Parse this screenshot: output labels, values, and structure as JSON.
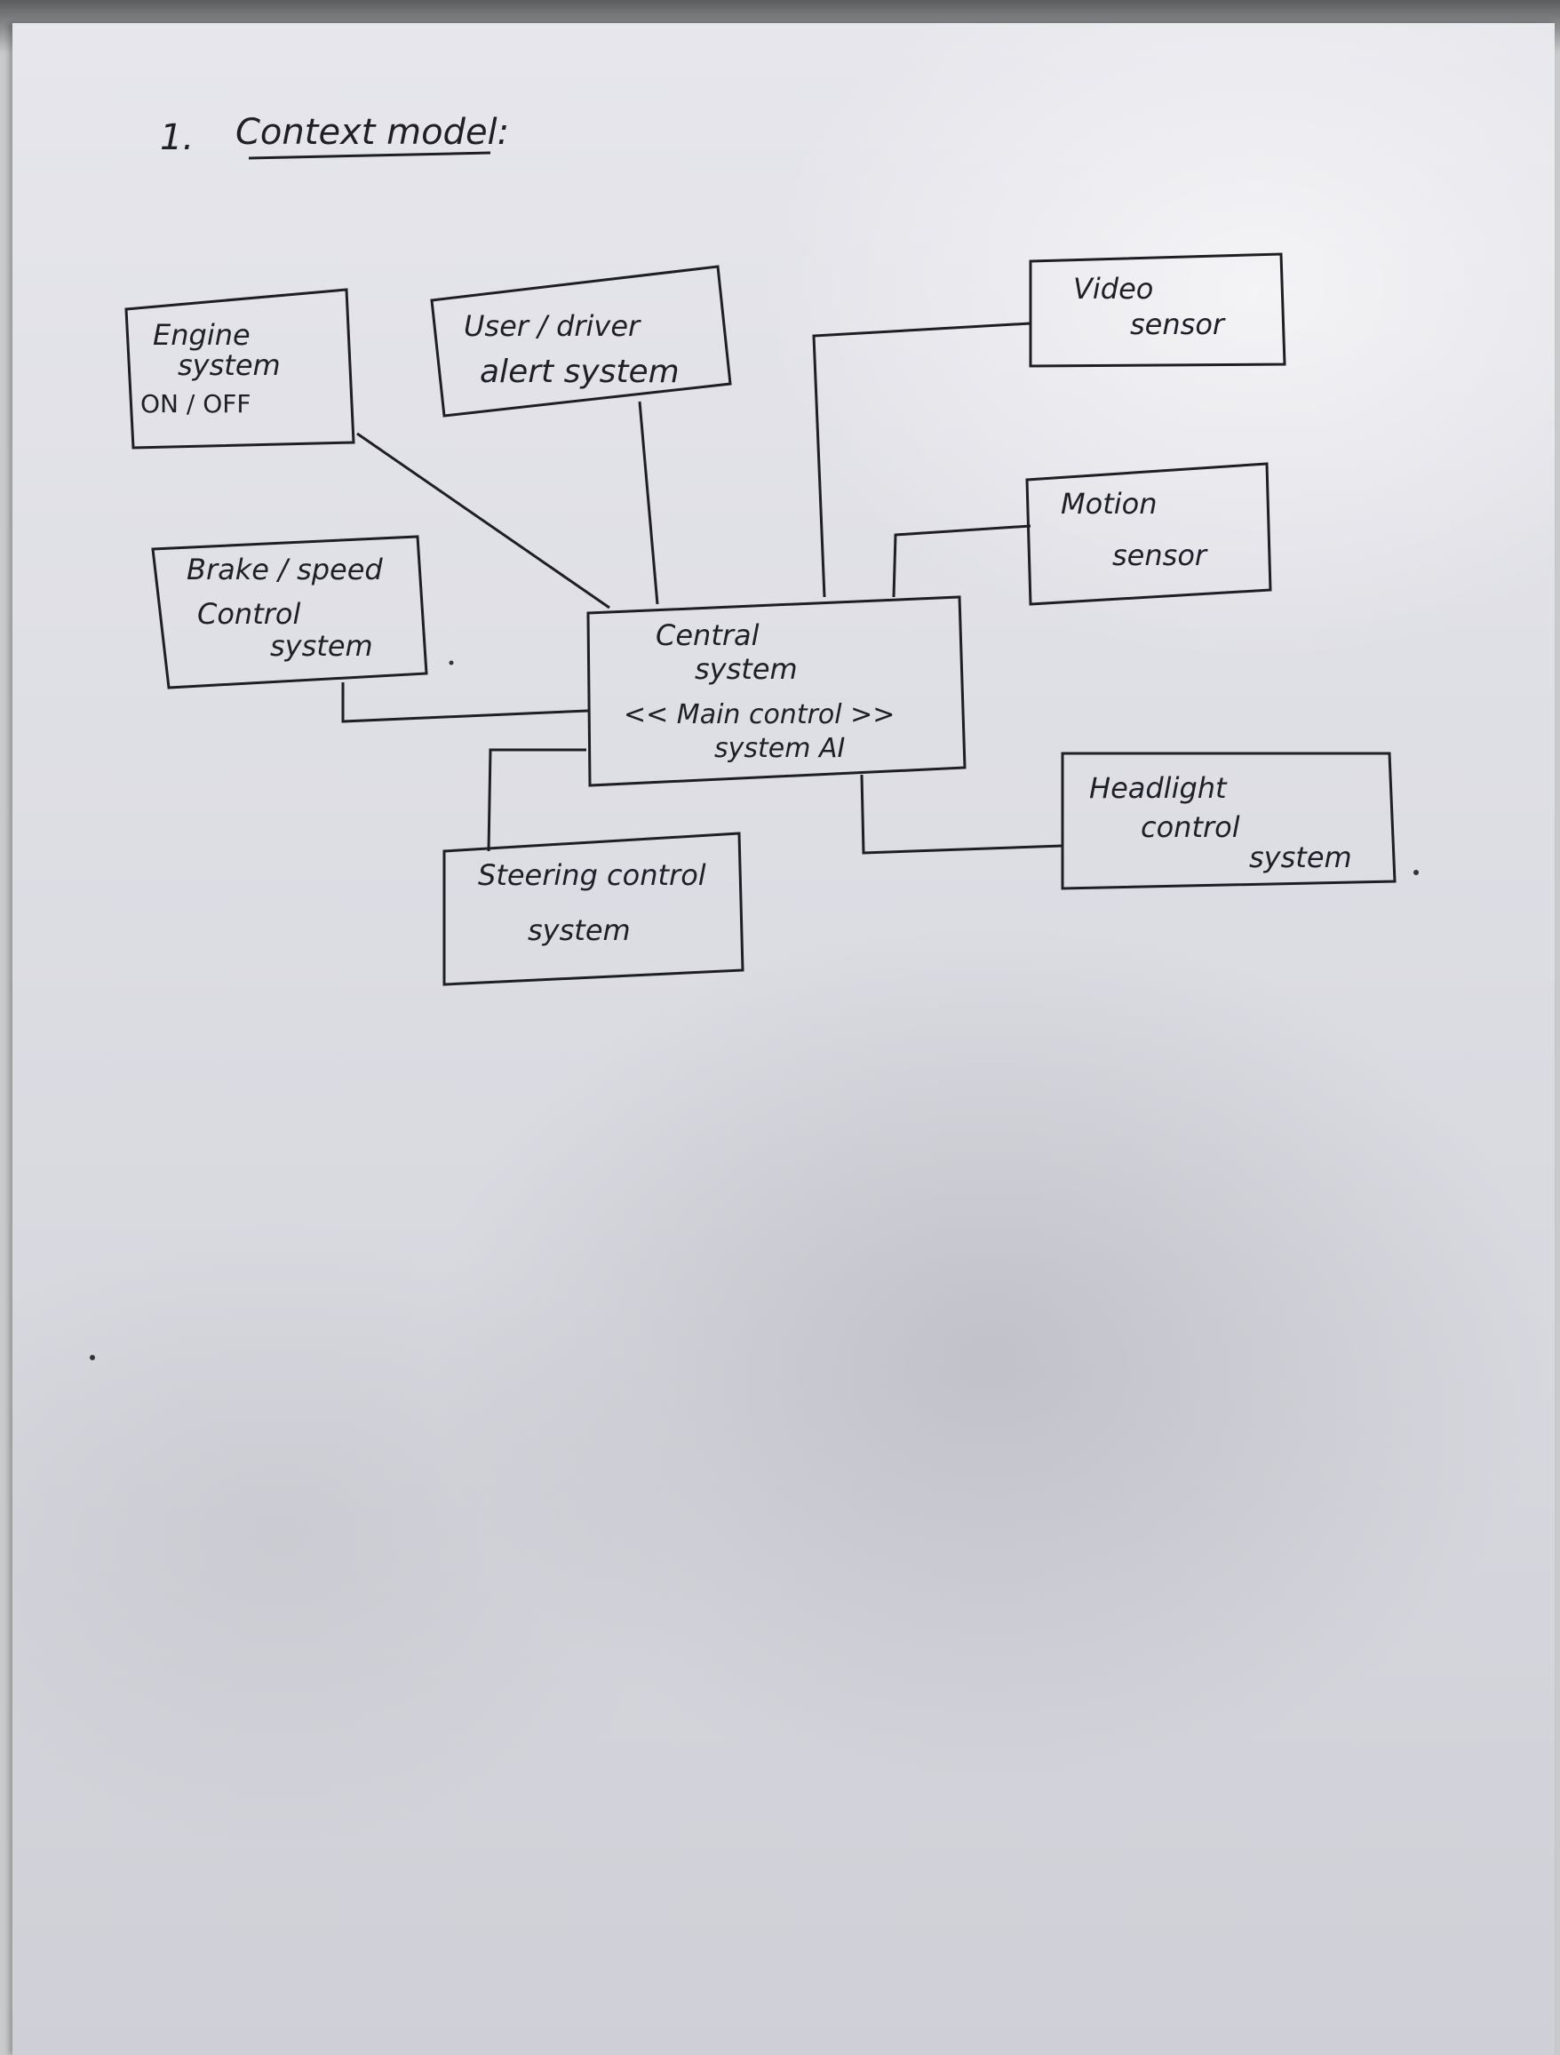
{
  "heading": {
    "number": "1.",
    "title": "Context model:"
  },
  "nodes": {
    "engine": {
      "lines": [
        "Engine",
        "system",
        "ON / OFF"
      ]
    },
    "alert": {
      "lines": [
        "User / driver",
        "alert system"
      ]
    },
    "brake": {
      "lines": [
        "Brake / speed",
        "Control",
        "system"
      ]
    },
    "central": {
      "lines": [
        "Central",
        "system",
        "<< Main control >>",
        "system AI"
      ]
    },
    "video": {
      "lines": [
        "Video",
        "sensor"
      ]
    },
    "motion": {
      "lines": [
        "Motion",
        "sensor"
      ]
    },
    "steering": {
      "lines": [
        "Steering control",
        "system"
      ]
    },
    "headlight": {
      "lines": [
        "Headlight",
        "control",
        "system"
      ]
    }
  },
  "colors": {
    "ink": "#1e1e24",
    "paper": "#dcdce3"
  }
}
